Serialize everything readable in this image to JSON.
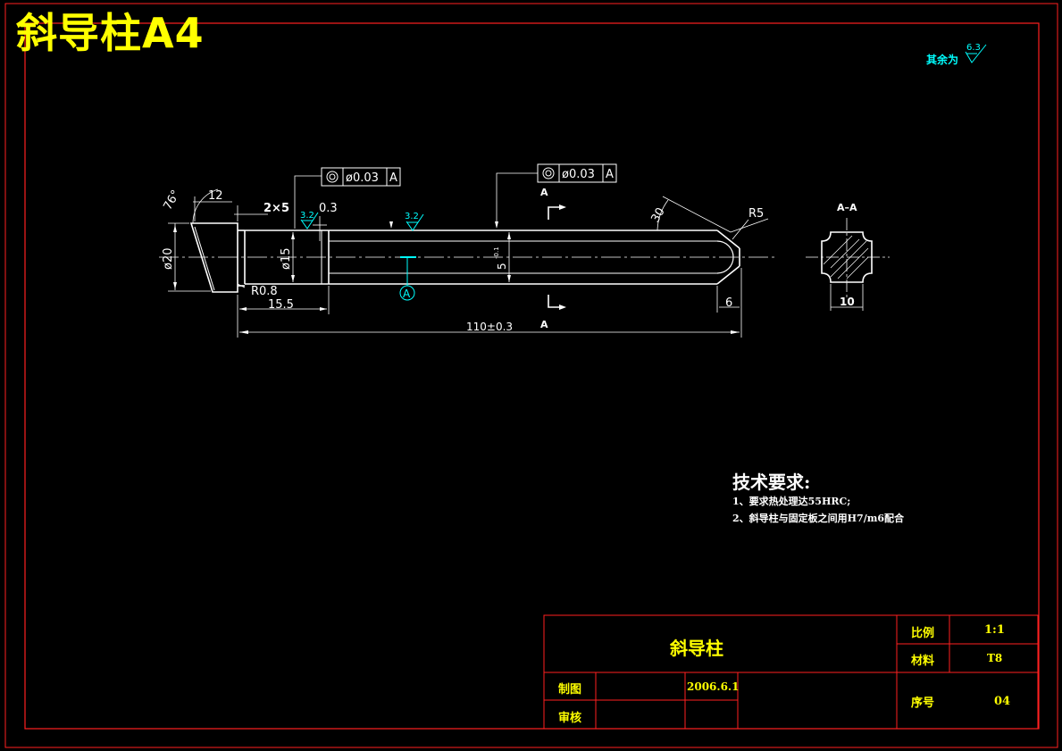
{
  "title": "斜导柱A4",
  "roughness_note": {
    "label": "其余为",
    "value": "6.3"
  },
  "fcf_1": {
    "symbol": "◎",
    "tolerance": "ø0.03",
    "datum": "A"
  },
  "fcf_2": {
    "symbol": "◎",
    "tolerance": "ø0.03",
    "datum": "A"
  },
  "dimensions": {
    "angle": "76°",
    "head_len": "12",
    "chamfer": "2×5",
    "groove": "0.3",
    "dia_head": "ø20",
    "dia_body": "ø15",
    "radius_small": "R0.8",
    "head_total": "15.5",
    "total_length": "110±0.3",
    "flat": "5",
    "flat_tol": "-0.1",
    "tip_angle": "30",
    "tip_radius": "R5",
    "tip_len": "6",
    "section_width": "10"
  },
  "roughness_marks": [
    "3.2",
    "3.2"
  ],
  "datum_label": "A",
  "section_arrow_label": "A",
  "section_title": "A–A",
  "tech_requirements": {
    "heading": "技术要求:",
    "items": [
      "1、要求热处理达55HRC;",
      "2、斜导柱与固定板之间用H7/m6配合"
    ]
  },
  "title_block": {
    "part_name": "斜导柱",
    "scale_label": "比例",
    "scale_value": "1:1",
    "material_label": "材料",
    "material_value": "T8",
    "drawn_label": "制图",
    "drawn_date": "2006.6.1",
    "checked_label": "审核",
    "serial_label": "序号",
    "serial_value": "04"
  },
  "colors": {
    "border": "#ff0000",
    "outline": "#ffffff",
    "title": "#ffff00",
    "roughness": "#00ffff"
  }
}
